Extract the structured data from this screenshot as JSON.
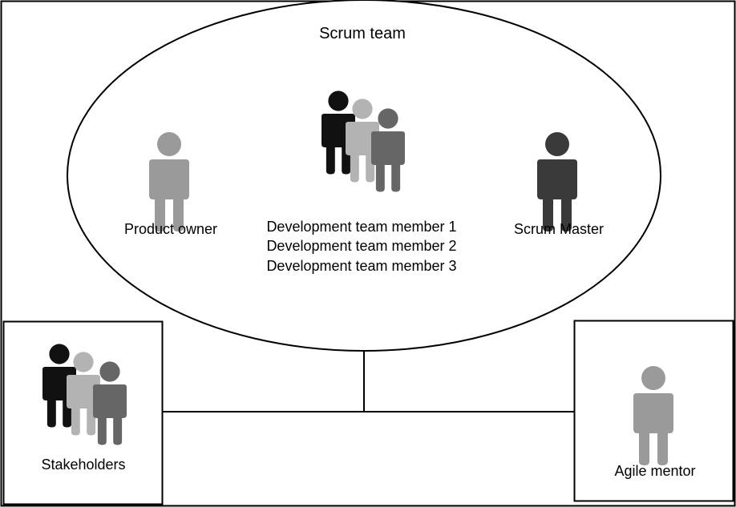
{
  "scrum_team": {
    "title": "Scrum team",
    "product_owner": {
      "label": "Product owner",
      "color": "#9a9a9a"
    },
    "development_team": {
      "members": [
        "Development team member 1",
        "Development team member 2",
        "Development team member 3"
      ],
      "colors": [
        "#111111",
        "#b3b3b3",
        "#666666"
      ]
    },
    "scrum_master": {
      "label": "Scrum Master",
      "color": "#3a3a3a"
    }
  },
  "stakeholders": {
    "label": "Stakeholders",
    "colors": [
      "#111111",
      "#b3b3b3",
      "#666666"
    ]
  },
  "agile_mentor": {
    "label": "Agile mentor",
    "color": "#9a9a9a"
  }
}
